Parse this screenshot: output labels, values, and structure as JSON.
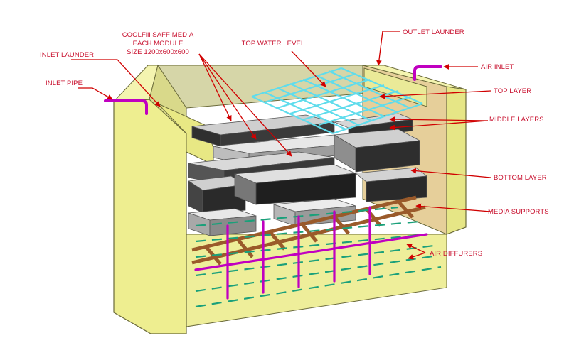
{
  "labels": {
    "inlet_launder": "INLET LAUNDER",
    "inlet_pipe": "INLET PIPE",
    "media_line1": "COOLFill SAFF MEDIA",
    "media_line2": "EACH MODULE",
    "media_line3": "SIZE 1200x600x600",
    "top_water_level": "TOP WATER LEVEL",
    "outlet_launder": "OUTLET LAUNDER",
    "air_inlet": "AIR INLET",
    "top_layer": "TOP LAYER",
    "middle_layers": "MIDDLE LAYERS",
    "bottom_layer": "BOTTOM LAYER",
    "media_supports": "MEDIA SUPPORTS",
    "air_diffusers": "AIR DIFFURERS"
  },
  "colors": {
    "tank_wall": "#eeee90",
    "tank_outline": "#6a6a3a",
    "water_grid": "#5fdcec",
    "media_dark": "#2f2f2f",
    "media_light": "#cfcfcf",
    "media_support_wood": "#9a5a2a",
    "air_pipe": "#c000c0",
    "diffuser": "#1aa07a",
    "label_red": "#c8102e"
  }
}
